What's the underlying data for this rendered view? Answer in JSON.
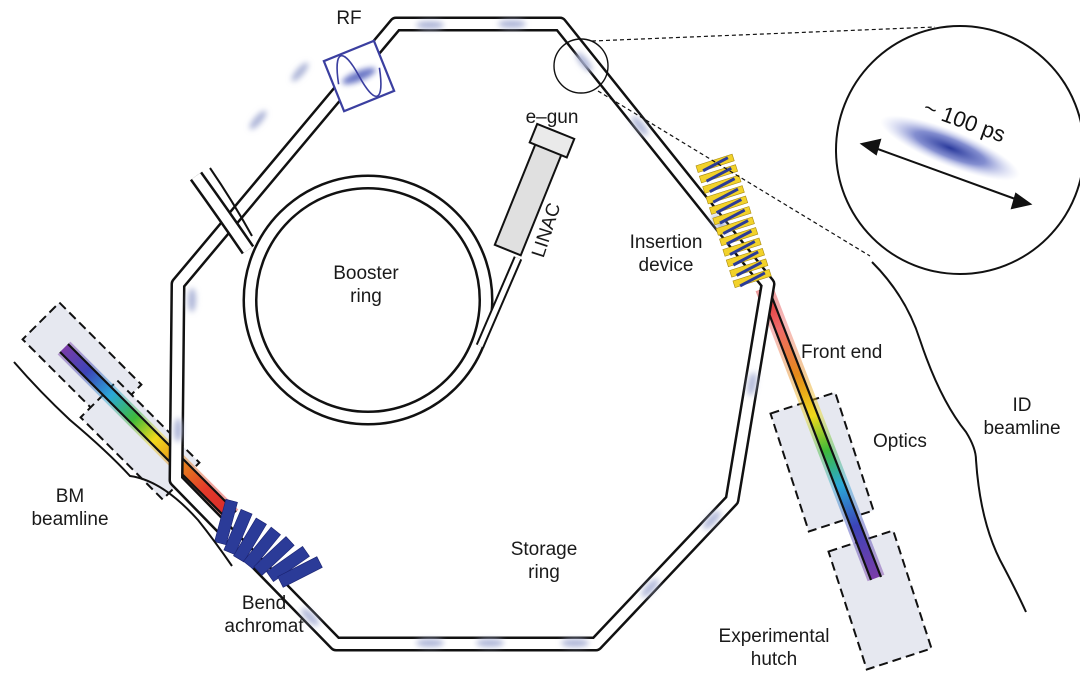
{
  "labels": {
    "rf": "RF",
    "egun": "e–gun",
    "linac": "LINAC",
    "booster": [
      "Booster",
      "ring"
    ],
    "insertion_device": [
      "Insertion",
      "device"
    ],
    "front_end": "Front end",
    "optics": "Optics",
    "id_beamline": [
      "ID",
      "beamline"
    ],
    "bm_beamline": [
      "BM",
      "beamline"
    ],
    "storage_ring": [
      "Storage",
      "ring"
    ],
    "bend_achromat": [
      "Bend",
      "achromat"
    ],
    "experimental_hutch": [
      "Experimental",
      "hutch"
    ],
    "bunch_length": "~ 100 ps"
  },
  "colors": {
    "ring_stroke": "#111111",
    "bunch_glow": "#b8c0dc",
    "bunch_core": "#2a3a9c",
    "rf_box": "#3b3fa0",
    "magnet_blue": "#2b3b98",
    "magnet_yellow": "#f2d22a",
    "enclosure_fill": "#e6e8f0"
  },
  "icons": [
    "rf-cavity-icon",
    "insertion-device-icon",
    "bend-magnet-icon",
    "electron-gun-icon"
  ]
}
